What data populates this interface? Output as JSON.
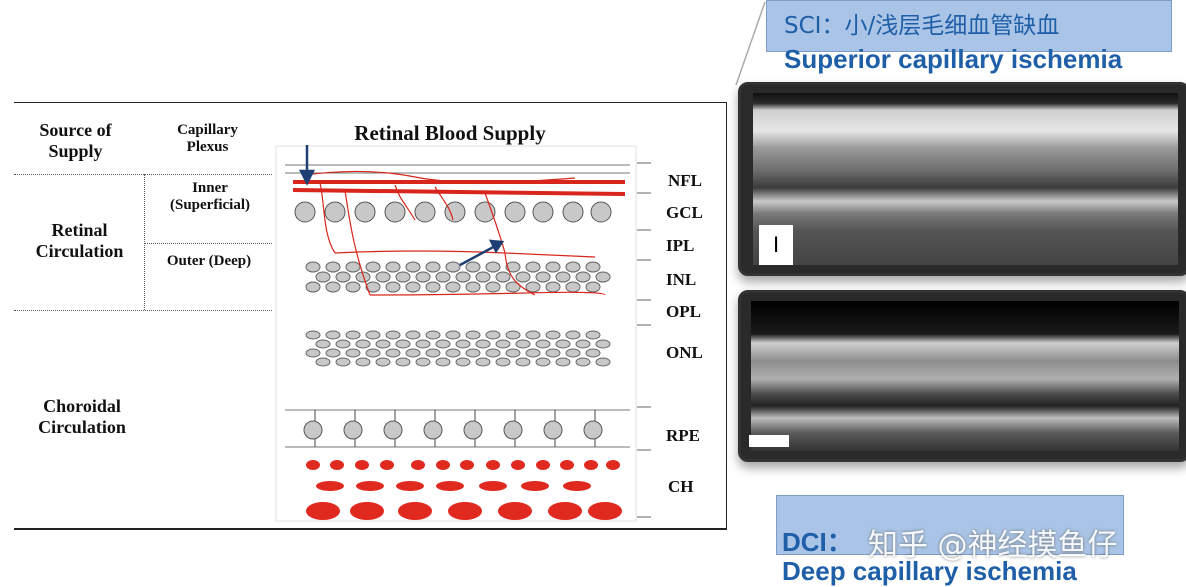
{
  "diagram": {
    "title": "Retinal Blood Supply",
    "col1_header": "Source of Supply",
    "col2_header": "Capillary Plexus",
    "retinal_circulation": "Retinal Circulation",
    "inner_label": "Inner (Superficial)",
    "outer_label": "Outer (Deep)",
    "choroidal_circulation": "Choroidal Circulation",
    "layers": [
      "NFL",
      "GCL",
      "IPL",
      "INL",
      "OPL",
      "ONL",
      "RPE",
      "CH"
    ]
  },
  "sci": {
    "cn": "SCI：小/浅层毛细血管缺血",
    "en": "Superior capillary ischemia",
    "marker": "I"
  },
  "dci": {
    "cn": "DCI：",
    "en": "Deep capillary ischemia"
  },
  "watermark": "知乎 @神经摸鱼仔",
  "colors": {
    "vessel": "#d9261c",
    "label_blue": "#1f5fa8",
    "label_box": "#a9c4e6"
  }
}
